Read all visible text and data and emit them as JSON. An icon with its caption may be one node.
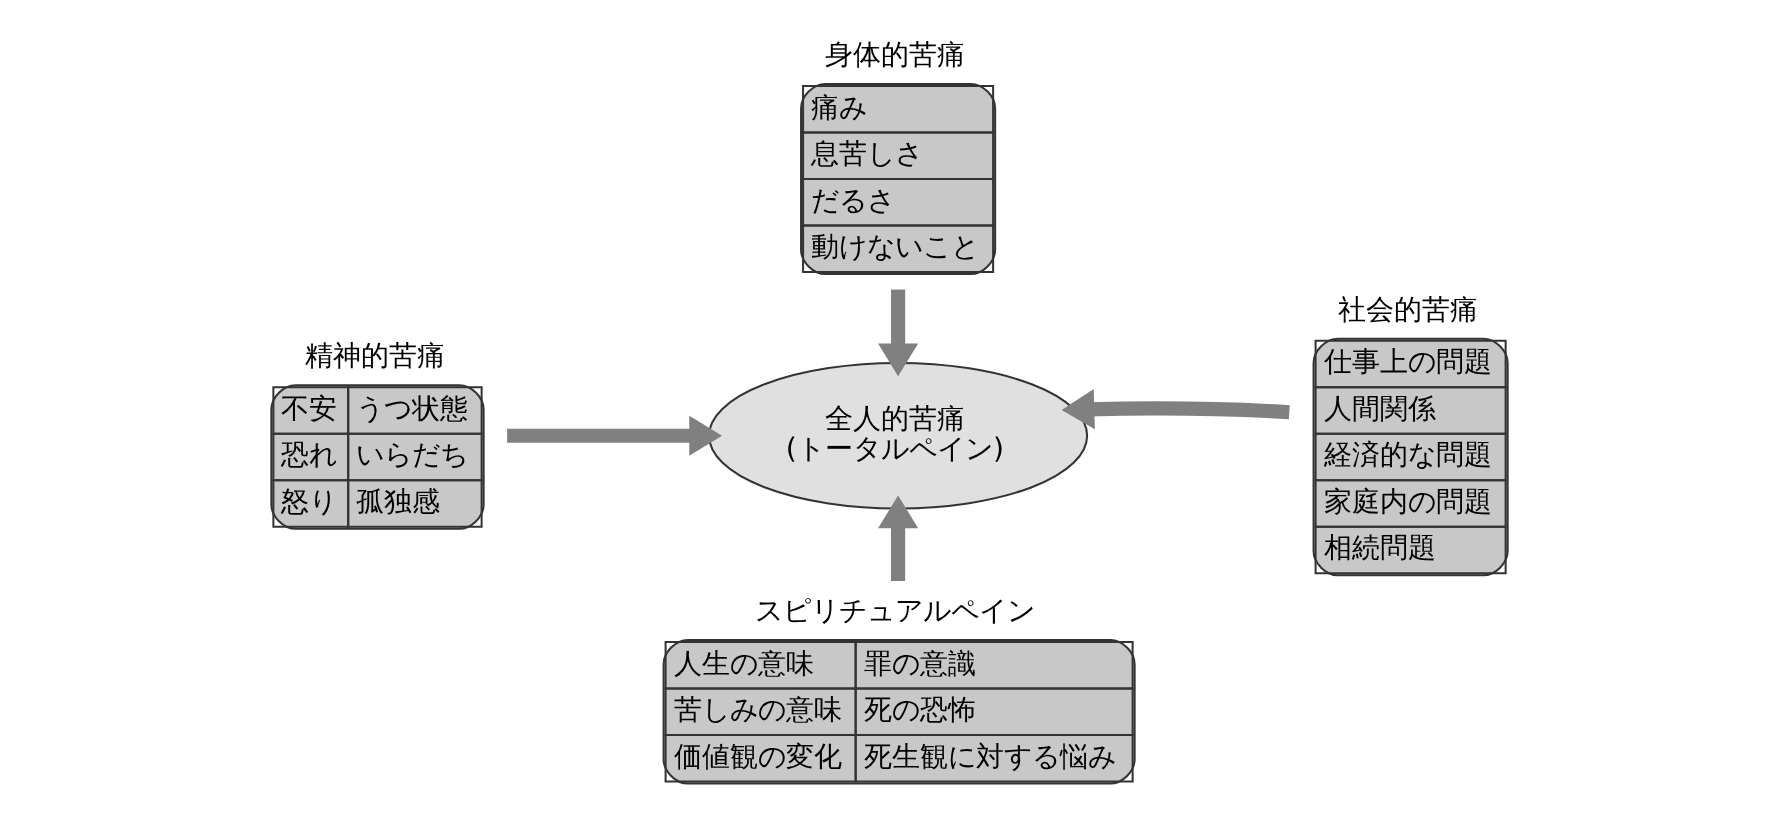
{
  "diagram": {
    "nodes": [
      {
        "text": [
          "身体的苦痛",
          "痛み",
          "息苦しさ",
          "だるさ",
          "動けないこと"
        ]
      },
      {
        "text": [
          "精神的苦痛",
          "不安",
          "うつ状態",
          "恐れ",
          "いらだち",
          "怒り",
          "孤独感"
        ]
      },
      {
        "text": [
          "全人的苦痛",
          "(トータルペイン)"
        ]
      },
      {
        "text": [
          "社会的苦痛",
          "仕事上の問題",
          "人間関係",
          "経済的な問題",
          "家庭内の問題",
          "相続問題"
        ]
      },
      {
        "text": [
          "スピリチュアルペイン",
          "人生の意味",
          "罪の意識",
          "苦しみの意味",
          "死の恐怖",
          "価値観の変化",
          "死生観に対する悩み"
        ]
      }
    ],
    "edges": [
      {
        "from": 0,
        "to": 2,
        "arrow": "to"
      },
      {
        "from": 1,
        "to": 2,
        "arrow": "to"
      },
      {
        "from": 3,
        "to": 2,
        "arrow": "to"
      },
      {
        "from": 4,
        "to": 2,
        "arrow": "to"
      }
    ]
  }
}
